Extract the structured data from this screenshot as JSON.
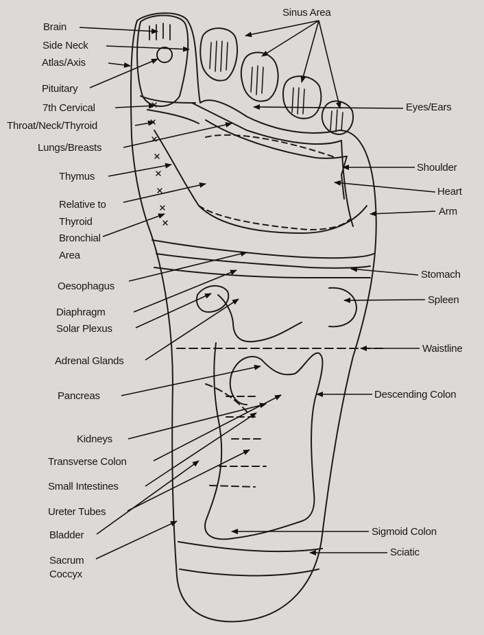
{
  "diagram": {
    "labels_left": {
      "brain": "Brain",
      "side_neck": "Side Neck",
      "atlas_axis": "Atlas/Axis",
      "pituitary": "Pituitary",
      "seventh_cervical": "7th Cervical",
      "throat_neck_thyroid": "Throat/Neck/Thyroid",
      "lungs_breasts": "Lungs/Breasts",
      "thymus": "Thymus",
      "relative_to": "Relative to",
      "thyroid": "Thyroid",
      "bronchial": "Bronchial",
      "area": "Area",
      "oesophagus": "Oesophagus",
      "diaphragm": "Diaphragm",
      "solar_plexus": "Solar Plexus",
      "adrenal_glands": "Adrenal Glands",
      "pancreas": "Pancreas",
      "kidneys": "Kidneys",
      "transverse_colon": "Transverse Colon",
      "small_intestines": "Small Intestines",
      "ureter_tubes": "Ureter Tubes",
      "bladder": "Bladder",
      "sacrum": "Sacrum",
      "coccyx": "Coccyx"
    },
    "labels_right": {
      "sinus_area": "Sinus Area",
      "eyes_ears": "Eyes/Ears",
      "shoulder": "Shoulder",
      "heart": "Heart",
      "arm": "Arm",
      "stomach": "Stomach",
      "spleen": "Spleen",
      "waistline": "Waistline",
      "descending_colon": "Descending Colon",
      "sigmoid_colon": "Sigmoid Colon",
      "sciatic": "Sciatic"
    }
  }
}
